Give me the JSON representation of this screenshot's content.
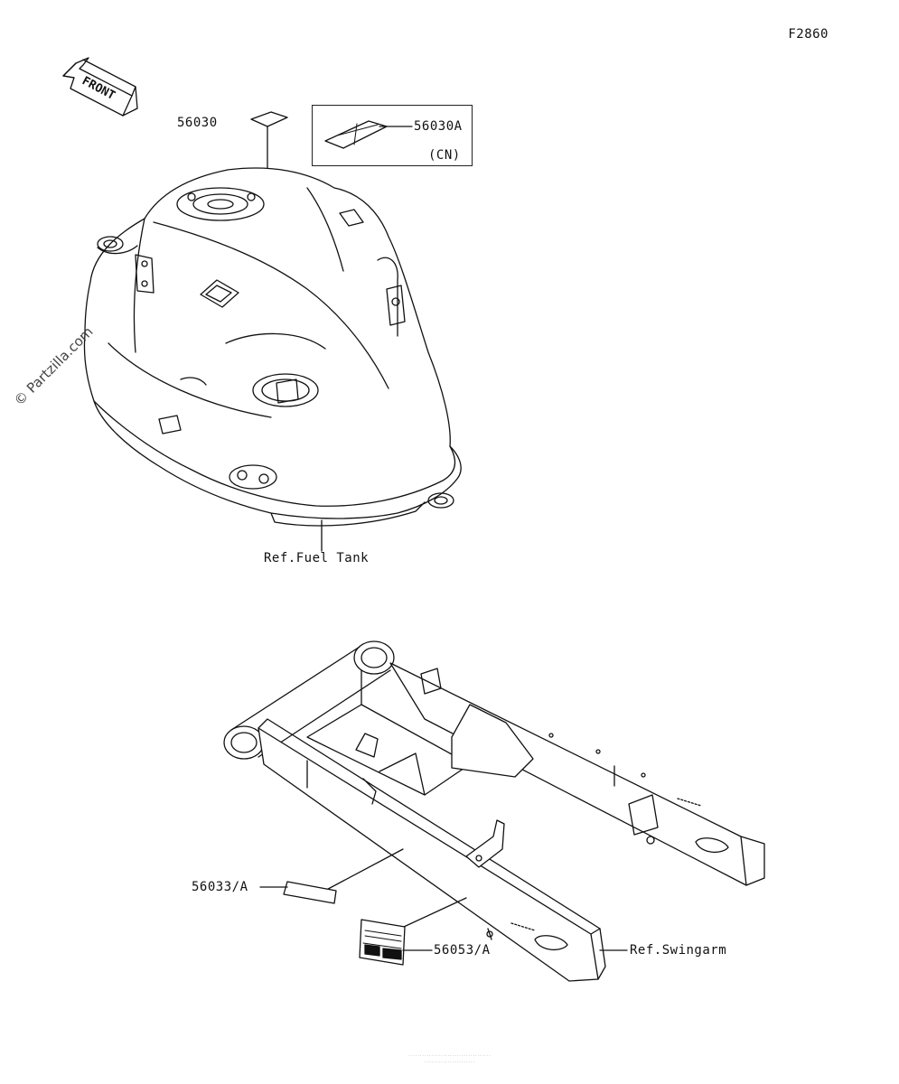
{
  "diagram_code": "F2860",
  "front_arrow": {
    "label": "FRONT"
  },
  "watermark": "© Partzilla.com",
  "parts": {
    "p56030": "56030",
    "p56030a": "56030A",
    "p56030a_note": "(CN)",
    "p56033a": "56033/A",
    "p56053a": "56053/A"
  },
  "refs": {
    "fuel_tank": "Ref.Fuel Tank",
    "swingarm": "Ref.Swingarm"
  },
  "footer": {
    "line1": "· · · · · · · · · · · · · · · · · · · · · · · · · · · · · · · · · · · ·",
    "line2": "· · · · · · · · · · · · · · · · · · · · · ·"
  },
  "colors": {
    "ink": "#111111",
    "background": "#ffffff"
  }
}
